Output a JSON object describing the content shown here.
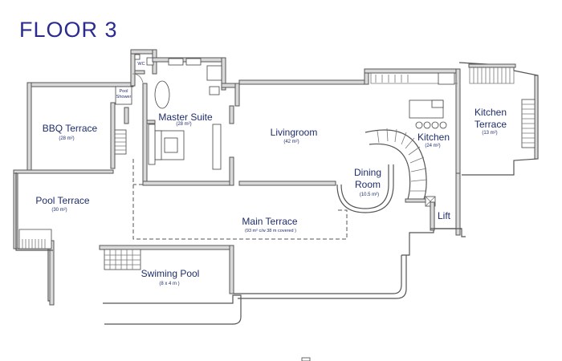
{
  "title": "FLOOR 3",
  "rooms": {
    "bbq": {
      "name": "BBQ Terrace",
      "area": "(28 m²)"
    },
    "pool_terrace": {
      "name": "Pool Terrace",
      "area": "(30 m²)"
    },
    "master": {
      "name": "Master Suite",
      "area": "(28 m²)"
    },
    "living": {
      "name": "Livingroom",
      "area": "(42 m²)"
    },
    "kitchen": {
      "name": "Kitchen",
      "area": "(24 m²)"
    },
    "kitchen_terrace": {
      "name_line1": "Kitchen",
      "name_line2": "Terrace",
      "area": "(13 m²)"
    },
    "dining": {
      "name_line1": "Dining",
      "name_line2": "Room",
      "area": "(10.5 m²)"
    },
    "main_terrace": {
      "name": "Main Terrace",
      "area": "(93 m²  c/w  38 m covered )"
    },
    "pool": {
      "name": "Swiming Pool",
      "area": "(8 x 4 m )"
    },
    "lift": {
      "name": "Lift"
    },
    "wc": {
      "name": "WC"
    },
    "pool_shower": {
      "line1": "Pool",
      "line2": "Shower"
    }
  },
  "colors": {
    "title": "#2a2b8f",
    "labels": "#1f2d6b",
    "walls": "#d9d9d9"
  }
}
